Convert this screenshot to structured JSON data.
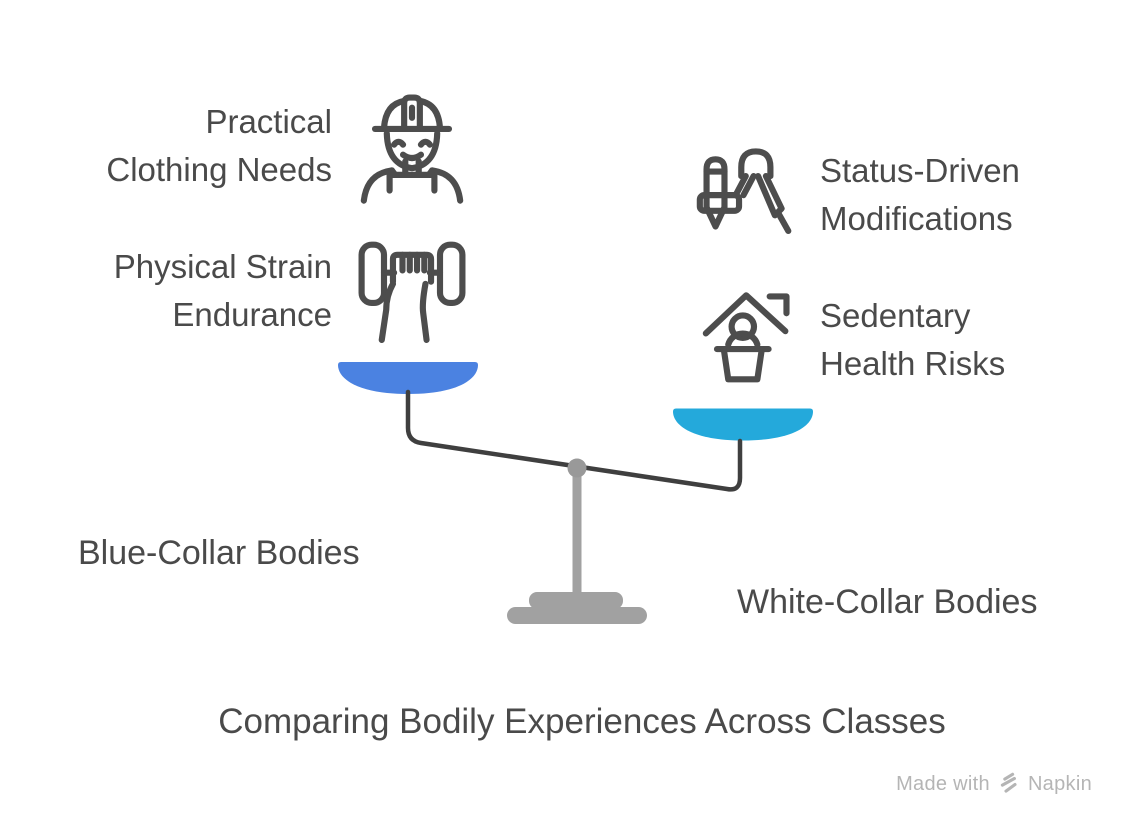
{
  "diagram": {
    "title": "Comparing Bodily Experiences Across Classes",
    "type": "balance-scale-comparison",
    "left_side": {
      "category": "Blue-Collar Bodies",
      "pan_color": "#4b82e1",
      "pan_position": "raised",
      "factors": [
        {
          "line1": "Practical",
          "line2": "Clothing Needs",
          "icon": "construction-worker-icon"
        },
        {
          "line1": "Physical Strain",
          "line2": "Endurance",
          "icon": "hand-dumbbell-icon"
        }
      ]
    },
    "right_side": {
      "category": "White-Collar Bodies",
      "pan_color": "#24a9db",
      "pan_position": "lowered",
      "factors": [
        {
          "line1": "Status-Driven",
          "line2": "Modifications",
          "icon": "drafting-compass-icon"
        },
        {
          "line1": "Sedentary",
          "line2": "Health Risks",
          "icon": "home-sedentary-icon"
        }
      ]
    },
    "colors": {
      "text": "#4a4a4a",
      "icon_stroke": "#4d4d4d",
      "beam": "#3f3f3f",
      "stand": "#a1a1a1",
      "left_pan": "#4b82e1",
      "right_pan": "#24a9db",
      "watermark": "#b5b5b5"
    }
  },
  "watermark": {
    "made_with": "Made with",
    "brand": "Napkin"
  }
}
